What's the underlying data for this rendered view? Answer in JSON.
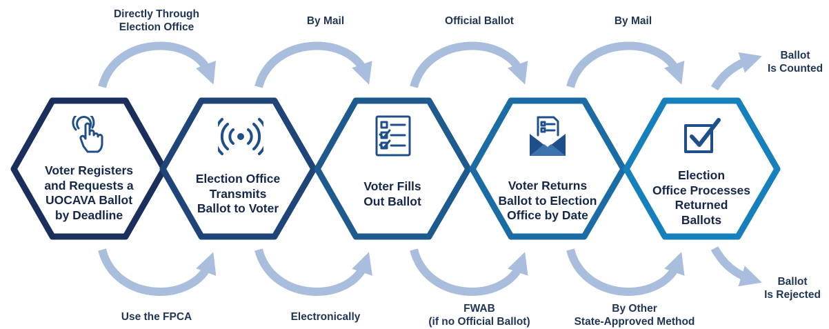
{
  "steps": [
    {
      "text": "Voter Registers\nand Requests a\nUOCAVA Ballot\nby Deadline",
      "icon": "hand-tap-icon",
      "color": "#1b2f5c"
    },
    {
      "text": "Election Office\nTransmits\nBallot to Voter",
      "icon": "broadcast-icon",
      "color": "#1e4478"
    },
    {
      "text": "Voter Fills\nOut Ballot",
      "icon": "checklist-icon",
      "color": "#1f5a8f"
    },
    {
      "text": "Voter Returns\nBallot to Election\nOffice by Date",
      "icon": "envelope-ballot-icon",
      "color": "#1b6ca4"
    },
    {
      "text": "Election\nOffice Processes\nReturned\nBallots",
      "icon": "checkbox-icon",
      "color": "#1680bd"
    }
  ],
  "connectors": {
    "top": [
      "Directly Through\nElection Office",
      "By Mail",
      "Official Ballot",
      "By Mail"
    ],
    "bottom": [
      "Use the FPCA",
      "Electronically",
      "FWAB\n(if no Official Ballot)",
      "By Other\nState-Approved Method"
    ]
  },
  "outcomes": {
    "counted": "Ballot\nIs Counted",
    "rejected": "Ballot\nIs Rejected"
  },
  "colors": {
    "arrow": "#a9bedd",
    "label": "#1f3557",
    "step_text": "#15274a"
  }
}
